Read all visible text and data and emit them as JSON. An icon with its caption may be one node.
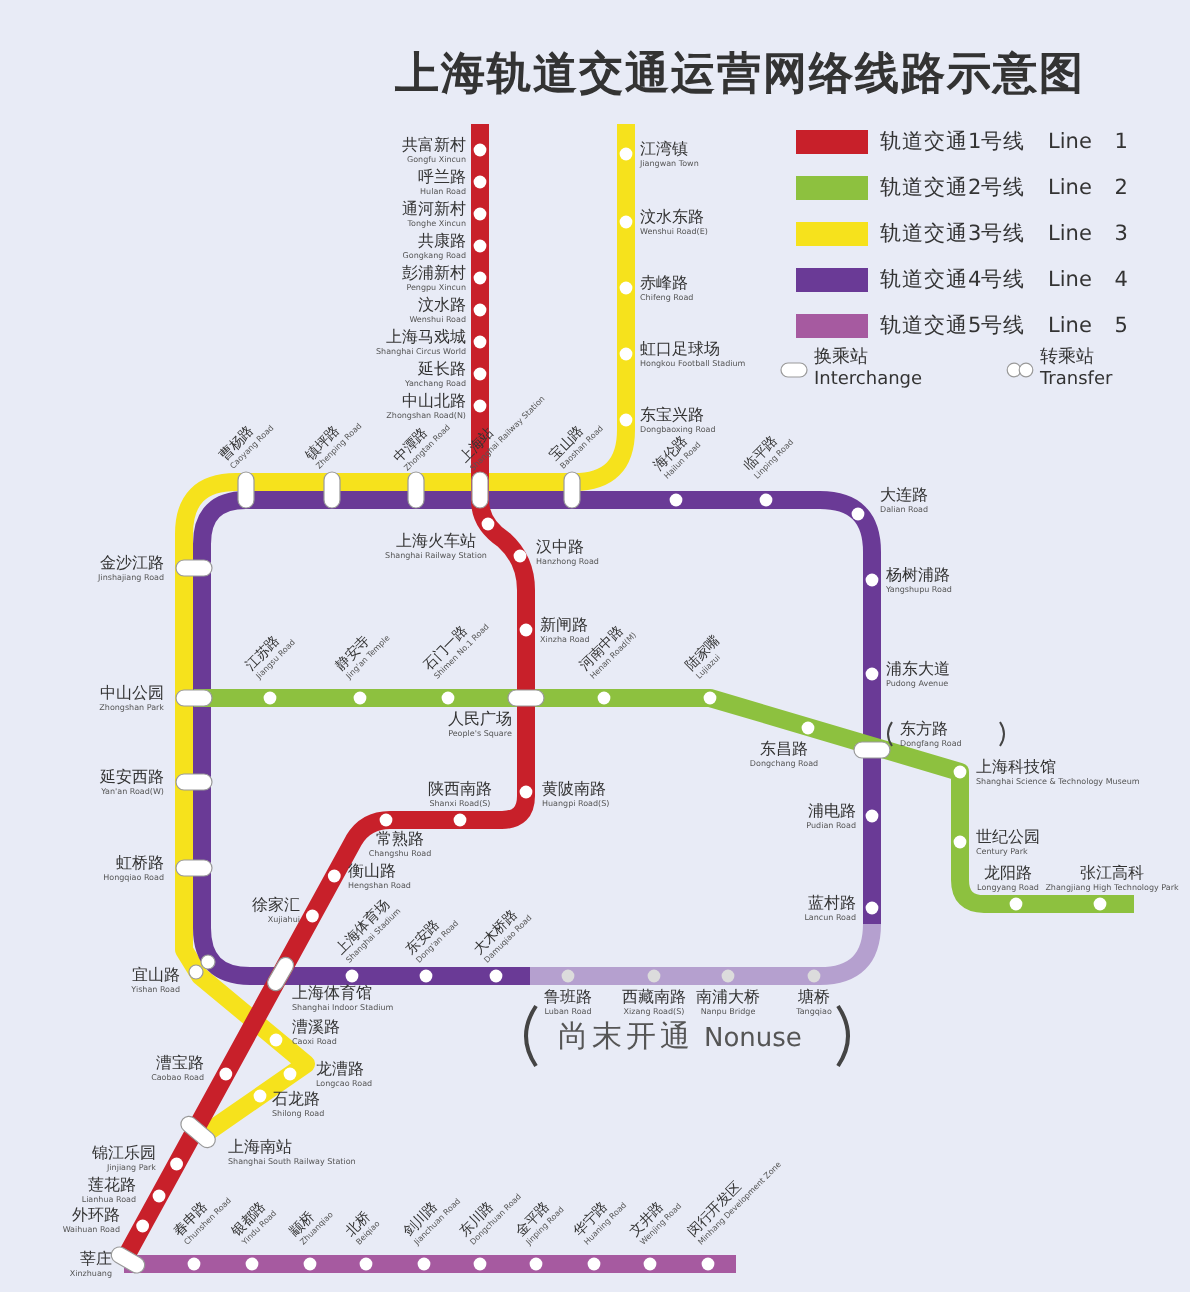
{
  "diagram": {
    "title": "上海轨道交通运营网络线路示意图",
    "labels": [
      "共富新村",
      "Gongfu Xincun",
      "呼兰路",
      "Hulan Road",
      "通河新村",
      "Tonghe Xincun",
      "共康路",
      "Gongkang Road",
      "彭浦新村",
      "Pengpu Xincun",
      "汶水路",
      "Wenshui Road",
      "上海马戏城",
      "Shanghai Circus World",
      "延长路",
      "Yanchang Road",
      "中山北路",
      "Zhongshan Road(N)",
      "江湾镇",
      "Jiangwan Town",
      "汶水东路",
      "Wenshui Road(E)",
      "赤峰路",
      "Chifeng Road",
      "虹口足球场",
      "Hongkou Football Stadium",
      "东宝兴路",
      "Dongbaoxing Road",
      "曹杨路",
      "Caoyang Road",
      "镇坪路",
      "Zhenping Road",
      "中潭路",
      "Zhongtan Road",
      "上海站",
      "Shanghai Railway Station",
      "宝山路",
      "Baoshan Road",
      "海伦路",
      "Hailun Road",
      "临平路",
      "Linping Road",
      "大连路",
      "Dalian Road",
      "上海火车站",
      "Shanghai Railway Station",
      "汉中路",
      "Hanzhong Road",
      "新闸路",
      "Xinzha Road",
      "金沙江路",
      "Jinshajiang Road",
      "杨树浦路",
      "Yangshupu Road",
      "江苏路",
      "Jiangsu Road",
      "静安寺",
      "Jing'an Temple",
      "石门一路",
      "Shimen No.1 Road",
      "河南中路",
      "Henan Road(M)",
      "陆家嘴",
      "Lujiazui",
      "浦东大道",
      "Pudong Avenue",
      "中山公园",
      "Zhongshan Park",
      "人民广场",
      "People's Square",
      "东昌路",
      "Dongchang Road",
      "东方路",
      "Dongfang Road",
      "上海科技馆",
      "Shanghai Science & Technology Museum",
      "延安西路",
      "Yan'an Road(W)",
      "黄陂南路",
      "Huangpi Road(S)",
      "陕西南路",
      "Shanxi Road(S)",
      "常熟路",
      "Changshu Road",
      "浦电路",
      "Pudian Road",
      "世纪公园",
      "Century Park",
      "虹桥路",
      "Hongqiao Road",
      "衡山路",
      "Hengshan Road",
      "徐家汇",
      "Xujiahui",
      "龙阳路",
      "Longyang Road",
      "张江高科",
      "Zhangjiang High Technology Park",
      "蓝村路",
      "Lancun Road",
      "上海体育场",
      "Shanghai Stadium",
      "东安路",
      "Dong'an Road",
      "大木桥路",
      "Damuqiao Road",
      "宜山路",
      "Yishan Road",
      "上海体育馆",
      "Shanghai Indoor Stadium",
      "鲁班路",
      "Luban Road",
      "西藏南路",
      "Xizang Road(S)",
      "南浦大桥",
      "Nanpu Bridge",
      "塘桥",
      "Tangqiao",
      "漕溪路",
      "Caoxi Road",
      "漕宝路",
      "Caobao Road",
      "龙漕路",
      "Longcao Road",
      "石龙路",
      "Shilong Road",
      "锦江乐园",
      "Jinjiang Park",
      "上海南站",
      "Shanghai South Railway Station",
      "莲花路",
      "Lianhua Road",
      "外环路",
      "Waihuan Road",
      "春申路",
      "Chunshen Road",
      "银都路",
      "Yindu Road",
      "颛桥",
      "Zhuanqiao",
      "北桥",
      "Beiqiao",
      "剑川路",
      "Jianchuan Road",
      "东川路",
      "Dongchuan Road",
      "金平路",
      "Jinping Road",
      "华宁路",
      "Huaning Road",
      "文井路",
      "Wenjing Road",
      "闵行开发区",
      "Minhang Development Zone",
      "莘庄",
      "Xinzhuang",
      "尚末开通",
      "Nonuse"
    ],
    "legend": [
      {
        "text": "轨道交通1号线 Line 1",
        "color": "#c8202a"
      },
      {
        "text": "轨道交通2号线 Line 2",
        "color": "#8dc13f"
      },
      {
        "text": "轨道交通3号线 Line 3",
        "color": "#f6e21c"
      },
      {
        "text": "轨道交通4号线 Line 4",
        "color": "#6a3a96"
      },
      {
        "text": "轨道交通5号线 Line 5",
        "color": "#a65aa0"
      },
      {
        "text": "换乘站 Interchange"
      },
      {
        "text": "转乘站 Transfer"
      }
    ]
  }
}
